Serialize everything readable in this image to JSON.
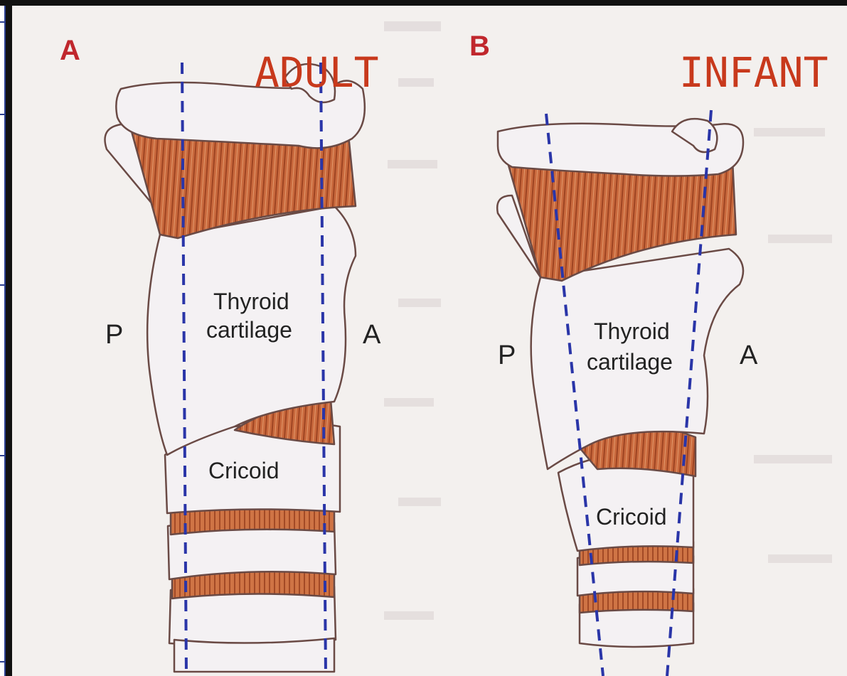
{
  "panels": {
    "a": {
      "letter": "A",
      "title": "ADULT",
      "posterior": "P",
      "anterior": "A",
      "thyroid_line1": "Thyroid",
      "thyroid_line2": "cartilage",
      "cricoid": "Cricoid"
    },
    "b": {
      "letter": "B",
      "title": "INFANT",
      "posterior": "P",
      "anterior": "A",
      "thyroid_line1": "Thyroid",
      "thyroid_line2": "cartilage",
      "cricoid": "Cricoid"
    }
  },
  "colors": {
    "title_text": "#c8391c",
    "panel_letter": "#c0272d",
    "guide_lines": "#2a35a8",
    "cartilage": "#f4f1f3",
    "muscle": "#c8663a",
    "outline": "#6a4a45"
  }
}
